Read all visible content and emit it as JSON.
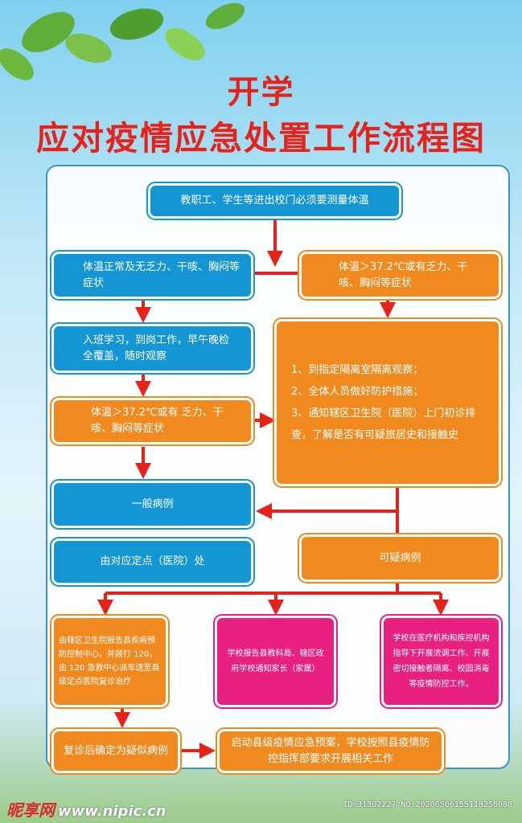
{
  "title": {
    "line1": "开学",
    "line2": "应对疫情应急处置工作流程图"
  },
  "nodes": {
    "entry": "教职工、学生等进出校门必须要测量体温",
    "normal": "体温正常及无乏力、干咳、胸闷等症状",
    "abnormal": "体温＞37.2℃或有乏力、干咳、胸闷等症状",
    "attend": "入班学习，到岗工作，早午晚检全覆盖，随时观察",
    "later_abnormal": "体温＞37.2℃或有 乏力、干咳、胸闷等症状",
    "isolation_steps": [
      "1、到指定隔离室隔离观察；",
      "2、全体人员做好防护措施；",
      "3、通知辖区卫生院（医院）上门初诊排查，了解是否有可疑旅居史和接触史"
    ],
    "general_case": "一般病例",
    "designated_hospital": "由对应定点（医院）处",
    "suspected_case": "可疑病例",
    "report_cdc": "由辖区卫生院报告县疾病预防控制中心，并拨打 120，由 120 急救中心派车送至县级定点医院复诊治疗",
    "report_edu": "学校报告县教科局、辖区政府学校通知家长（家属）",
    "school_guidance": "学校在医疗机构和疾控机构指导下开展流调工作、开展密切接触者隔离、校园消毒等疫情防控工作。",
    "confirmed_suspect": "复诊后确定为疑似病例",
    "county_plan": "启动县级疫情应急预案，学校按照县疫情防控指挥部要求开展相关工作"
  },
  "colors": {
    "blue": "#1596d4",
    "orange": "#f08a1f",
    "pink": "#e8207f",
    "arrow": "#e5231b",
    "title": "#e5231b"
  },
  "footer": {
    "logo": "昵享网",
    "url": "www.nipic.cn",
    "id": "ID:31302227 NO:20200506155118256088"
  }
}
